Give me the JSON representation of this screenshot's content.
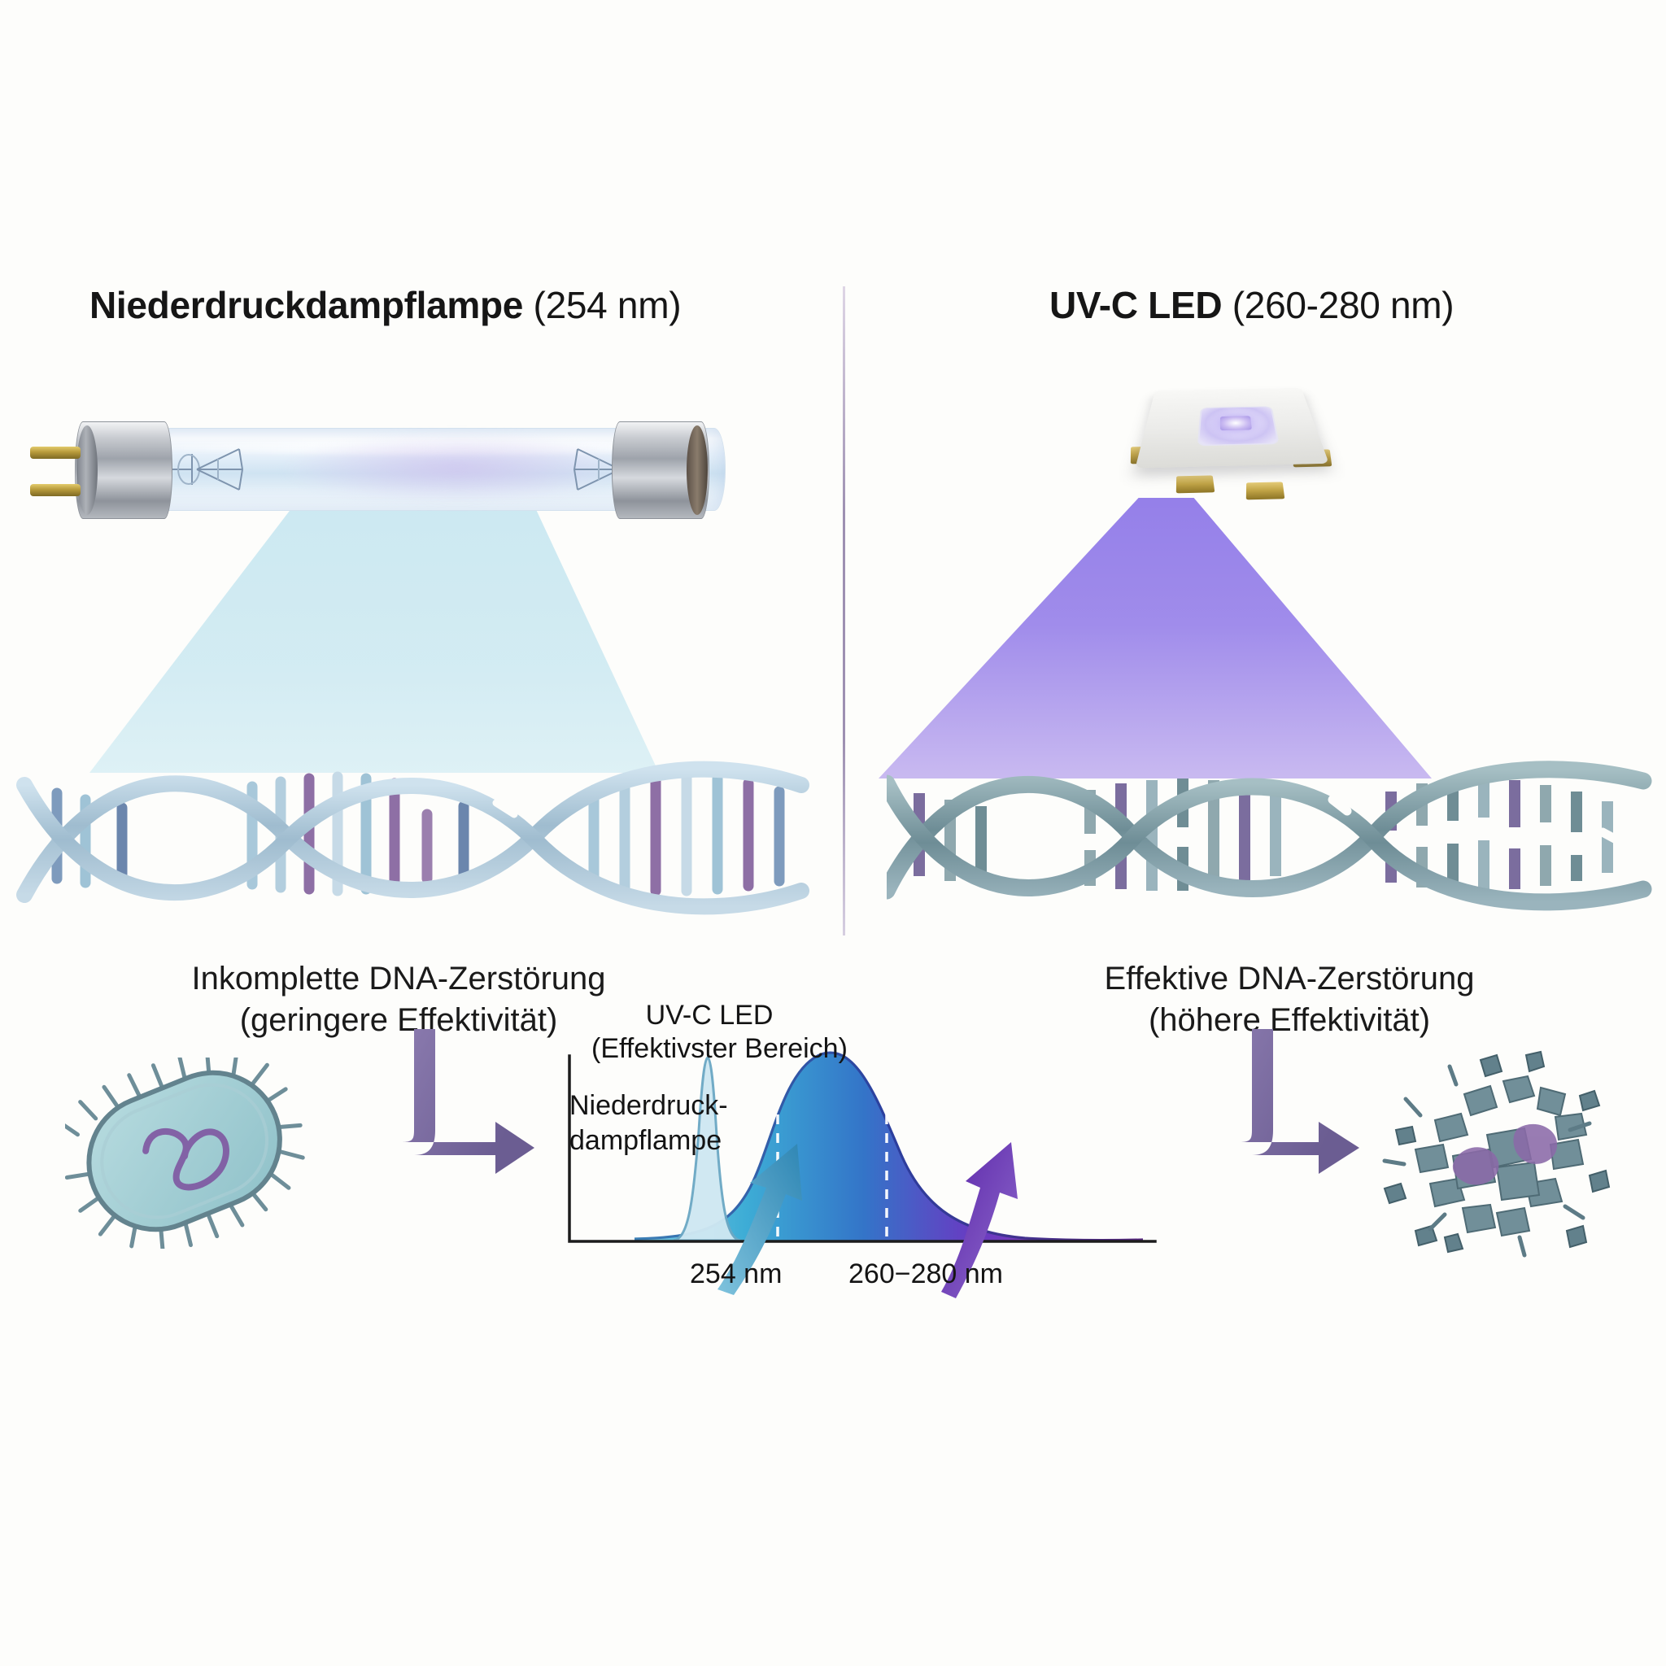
{
  "panels": {
    "left": {
      "title_strong": "Niederdruckdampflampe",
      "title_light": " (254 nm)",
      "device_icon": "uv-tube-lamp",
      "beam_color": "#cfeaf2",
      "caption_line1": "Inkomplette DNA-Zerstörung",
      "caption_line2": "(geringere Effektivität)",
      "organism_icon": "intact-bacterium",
      "dna_state": "partially-damaged"
    },
    "right": {
      "title_strong": "UV-C LED",
      "title_light": " (260-280 nm)",
      "device_icon": "uvc-led-chip",
      "beam_color": "#9b86ea",
      "caption_line1": "Effektive DNA-Zerstörung",
      "caption_line2": "(höhere Effektivität)",
      "organism_icon": "destroyed-bacterium",
      "dna_state": "fragmented"
    }
  },
  "chart_data": {
    "type": "line",
    "title": "UV-C LED",
    "subtitle": "(Effektivster Bereich)",
    "xlabel": "",
    "ylabel": "",
    "grid": false,
    "legend_position": "inline",
    "xlim": [
      235,
      310
    ],
    "ylim": [
      0,
      1.05
    ],
    "tick_labels": [
      "254 nm",
      "260−280 nm"
    ],
    "tick_values": [
      254,
      270
    ],
    "annotations": [
      {
        "text": "Niederdruck-\ndampflampe",
        "x": 243,
        "y": 0.55
      },
      {
        "text": "UV-C LED\n(Effektivster Bereich)",
        "x": 272,
        "y": 1.0
      }
    ],
    "highlight_band": {
      "label": "260−280 nm",
      "from": 260,
      "to": 280,
      "style": "dashed-white"
    },
    "series": [
      {
        "name": "Niederdruckdampflampe",
        "color": "#8ec4dc",
        "peak_x": 254,
        "peak_y": 0.86,
        "width_nm": 3,
        "x": [
          246,
          248,
          250,
          251,
          252,
          253,
          254,
          255,
          256,
          257,
          258,
          260,
          263
        ],
        "values": [
          0.01,
          0.02,
          0.05,
          0.12,
          0.33,
          0.68,
          0.86,
          0.68,
          0.33,
          0.14,
          0.06,
          0.02,
          0.0
        ]
      },
      {
        "name": "UV-C LED",
        "color_start": "#3aa6c8",
        "color_end": "#6b2fb8",
        "peak_x": 270,
        "peak_y": 1.0,
        "width_nm": 14,
        "x": [
          248,
          252,
          256,
          258,
          260,
          262,
          264,
          266,
          268,
          270,
          272,
          274,
          276,
          278,
          280,
          284,
          288,
          292,
          296,
          300,
          306
        ],
        "values": [
          0.0,
          0.03,
          0.12,
          0.2,
          0.31,
          0.45,
          0.6,
          0.76,
          0.91,
          1.0,
          0.99,
          0.92,
          0.8,
          0.65,
          0.5,
          0.27,
          0.14,
          0.07,
          0.03,
          0.01,
          0.0
        ]
      }
    ],
    "callout_arrows": [
      {
        "name": "arrow-to-led-peak-left",
        "color": "#3f9bc4",
        "direction": "up-right"
      },
      {
        "name": "arrow-to-led-peak-right",
        "color": "#6b35bb",
        "direction": "up-left"
      }
    ]
  },
  "chart_text": {
    "title": "UV-C LED",
    "subtitle": "(Effektivster Bereich)",
    "series_label_line1": "Niederdruck-",
    "series_label_line2": "dampflampe",
    "tick_254": "254 nm",
    "tick_260_280": "260−280 nm"
  },
  "colors": {
    "background": "#fdfdfb",
    "text": "#161616",
    "divider": "#8d7da5",
    "flow_arrow": "#6b5d92",
    "beam_left": "#cfeaf2",
    "beam_right": "#9b86ea",
    "lamp_peak": "#8ec4dc",
    "led_peak_start": "#3aa6c8",
    "led_peak_end": "#6b2fb8"
  }
}
